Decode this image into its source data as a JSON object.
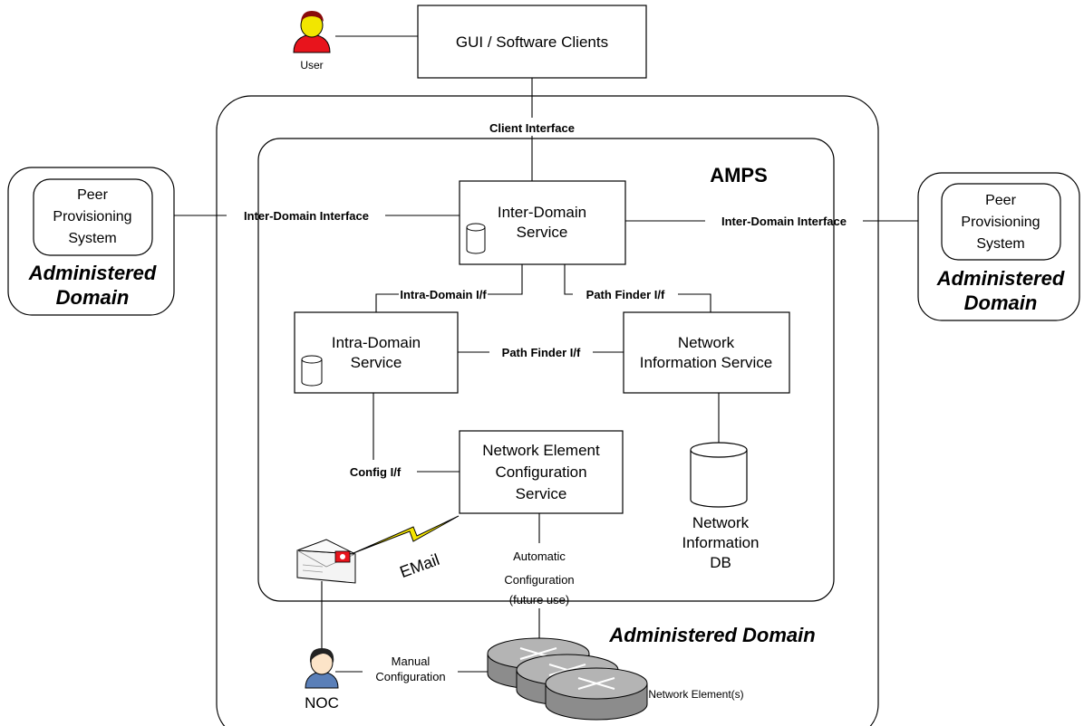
{
  "gui_box": {
    "label": "GUI / Software Clients"
  },
  "user": {
    "label": "User"
  },
  "interfaces": {
    "client": "Client Interface",
    "inter_left": "Inter-Domain Interface",
    "inter_right": "Inter-Domain Interface",
    "intra": "Intra-Domain I/f",
    "path_finder_top": "Path Finder I/f",
    "path_finder_mid": "Path Finder I/f",
    "config": "Config I/f"
  },
  "amps": {
    "title": "AMPS"
  },
  "inter_domain_service": {
    "line1": "Inter-Domain",
    "line2": "Service"
  },
  "intra_domain_service": {
    "line1": "Intra-Domain",
    "line2": "Service"
  },
  "network_info_service": {
    "line1": "Network",
    "line2": "Information Service"
  },
  "ne_config_service": {
    "line1": "Network Element",
    "line2": "Configuration",
    "line3": "Service"
  },
  "network_info_db": {
    "line1": "Network",
    "line2": "Information",
    "line3": "DB"
  },
  "peer_left": {
    "line1": "Peer",
    "line2": "Provisioning",
    "line3": "System",
    "domain1": "Administered",
    "domain2": "Domain"
  },
  "peer_right": {
    "line1": "Peer",
    "line2": "Provisioning",
    "line3": "System",
    "domain1": "Administered",
    "domain2": "Domain"
  },
  "email": {
    "label": "EMail"
  },
  "auto_config": {
    "line1": "Automatic",
    "line2": "Configuration",
    "line3": "(future use)"
  },
  "administered_domain": {
    "label": "Administered Domain"
  },
  "noc": {
    "label": "NOC"
  },
  "manual_config": {
    "line1": "Manual",
    "line2": "Configuration"
  },
  "network_elements": {
    "label": "Network Element(s)"
  },
  "colors": {
    "user_red": "#e8141c",
    "user_face": "#f2e600",
    "bolt_yellow": "#f5e600",
    "router_gray": "#a8a8a8"
  }
}
